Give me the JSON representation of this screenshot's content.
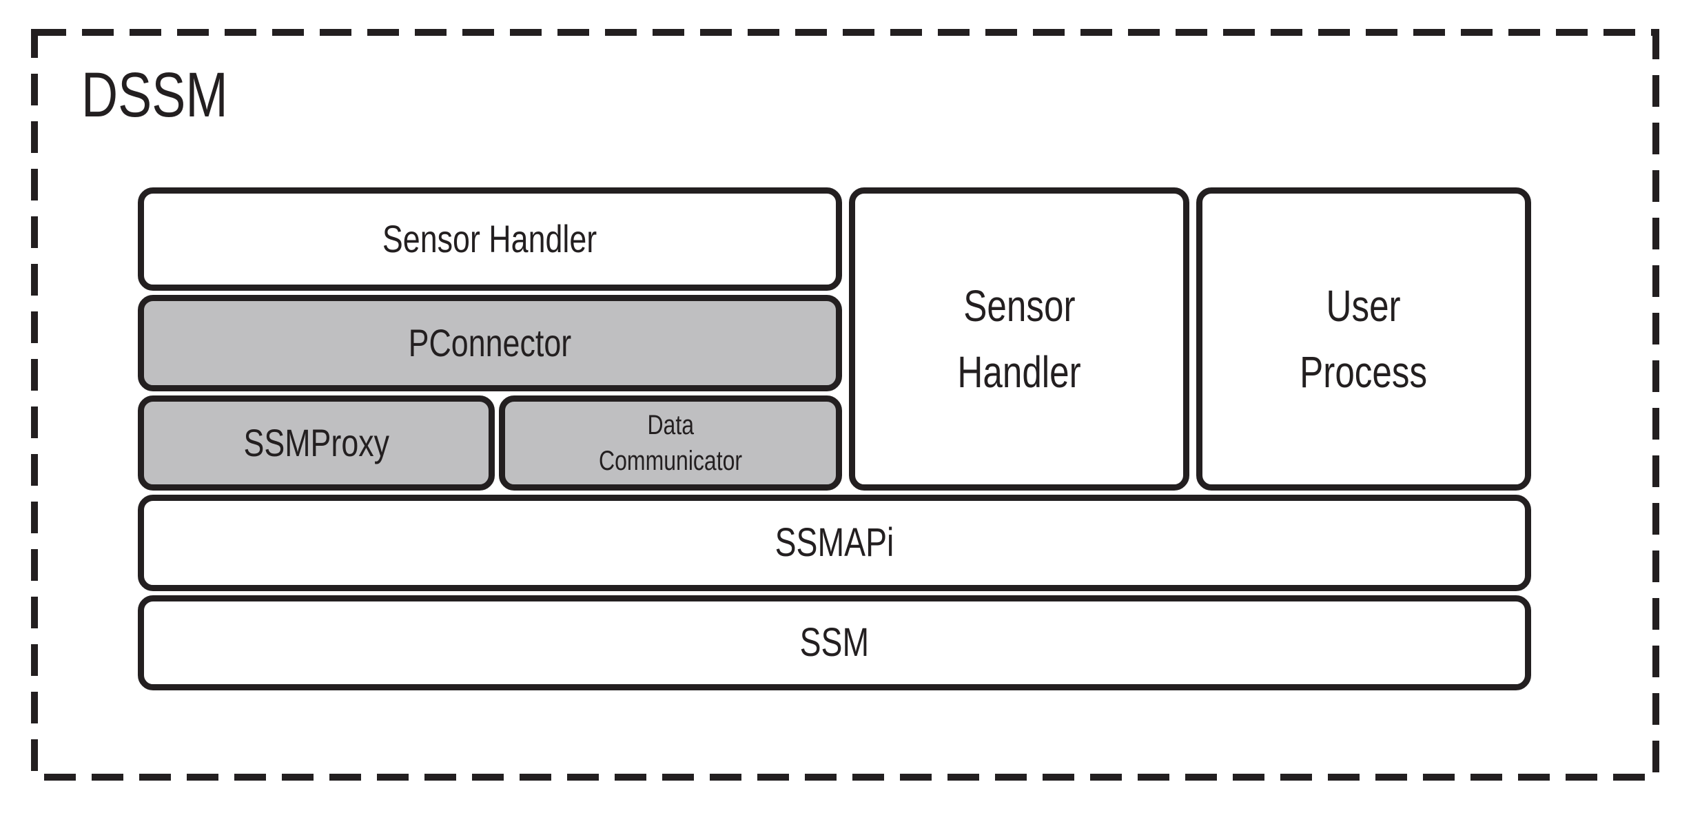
{
  "diagram": {
    "title": "DSSM",
    "colors": {
      "ink": "#231f20",
      "gray_fill": "#bfbfc1",
      "white_fill": "#ffffff",
      "background": "#ffffff"
    },
    "left_stack": {
      "sensor_handler": {
        "label": "Sensor Handler",
        "fill": "#ffffff"
      },
      "pconnector": {
        "label": "PConnector",
        "fill": "#bfbfc1"
      },
      "ssmproxy": {
        "label": "SSMProxy",
        "fill": "#bfbfc1"
      },
      "data_communicator": {
        "lines": [
          "Data",
          "Communicator"
        ],
        "fill": "#bfbfc1"
      }
    },
    "processes": {
      "sensor_handler": {
        "lines": [
          "Sensor",
          "Handler"
        ],
        "fill": "#ffffff"
      },
      "user_process": {
        "lines": [
          "User",
          "Process"
        ],
        "fill": "#ffffff"
      }
    },
    "layers": {
      "ssmapi": {
        "label": "SSMAPi",
        "fill": "#ffffff"
      },
      "ssm": {
        "label": "SSM",
        "fill": "#ffffff"
      }
    }
  }
}
